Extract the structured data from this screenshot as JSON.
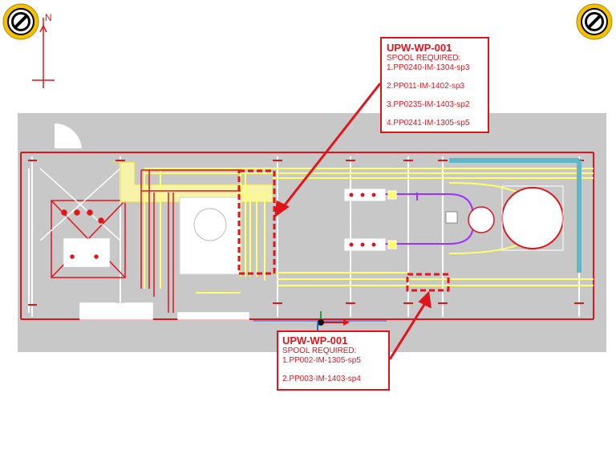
{
  "north_label": "N",
  "callouts": {
    "top": {
      "title": "UPW-WP-001",
      "subtitle": "SPOOL REQUIRED:",
      "items": [
        "1.PP0240-IM-1304-sp3",
        "2.PP011-IM-1402-sp3",
        "3.PP0235-IM-1403-sp2",
        "4.PP0241-IM-1305-sp5"
      ]
    },
    "bottom": {
      "title": "UPW-WP-001",
      "subtitle": "SPOOL REQUIRED:",
      "items": [
        "1.PP002-IM-1305-sp5",
        "2.PP003-IM-1403-sp4"
      ]
    }
  },
  "badges": {
    "left": "no-entry-icon",
    "right": "no-entry-icon"
  },
  "colors": {
    "accent": "#e0151c",
    "plan_background": "#c8c8c8",
    "pipe_yellow": "#ffff66",
    "pipe_cyan": "#5fb8c8",
    "pipe_purple": "#9933ff",
    "badge_gold": "#f2c200"
  }
}
